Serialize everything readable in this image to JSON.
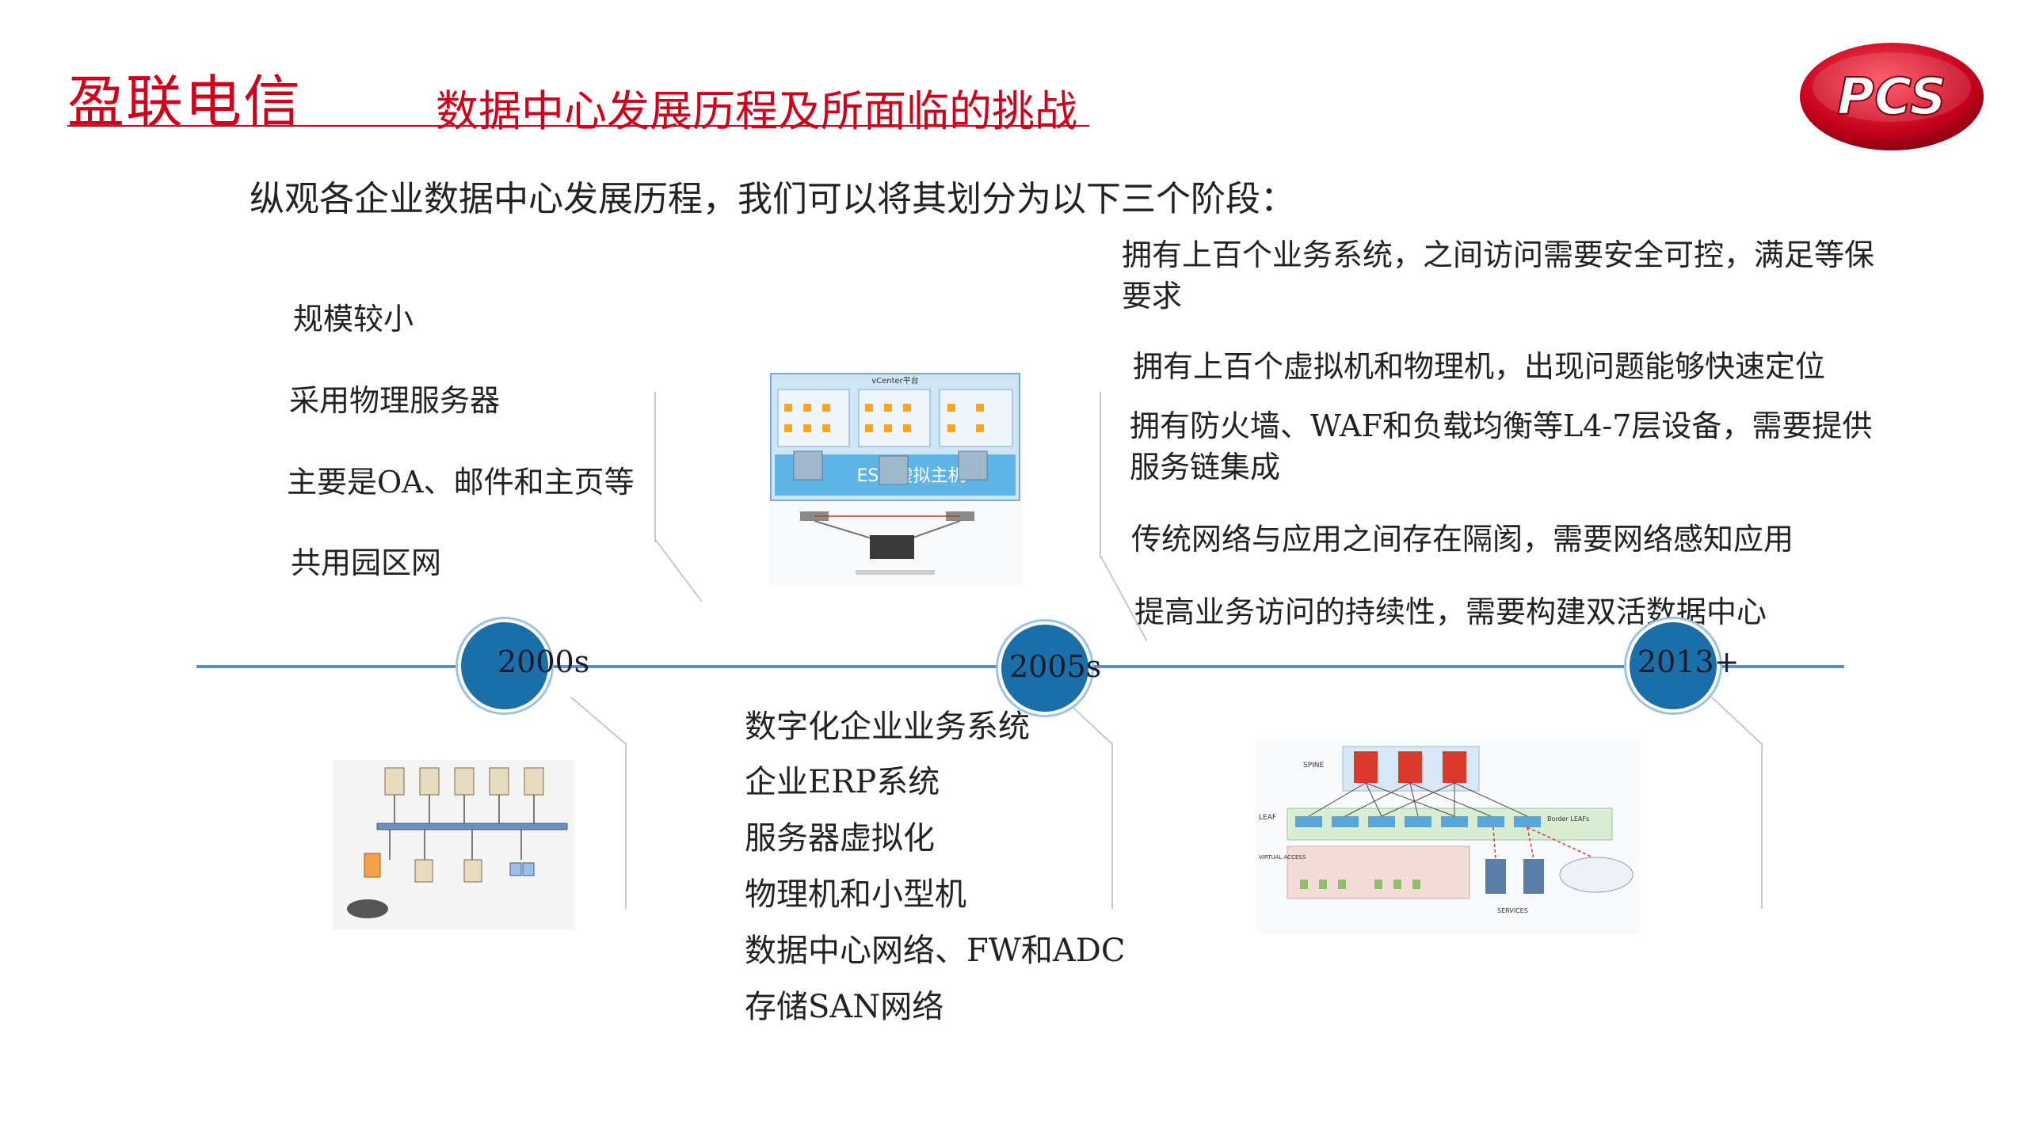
{
  "header": {
    "brand": "盈联电信",
    "title": "数据中心发展历程及所面临的挑战",
    "logo_text": "PCS"
  },
  "intro": "纵观各企业数据中心发展历程，我们可以将其划分为以下三个阶段：",
  "stages": [
    {
      "year": "2000s",
      "items": [
        "规模较小",
        "采用物理服务器",
        "主要是OA、邮件和主页等",
        "共用园区网"
      ]
    },
    {
      "year": "2005s",
      "items": [
        "数字化企业业务系统",
        "企业ERP系统",
        "服务器虚拟化",
        "物理机和小型机",
        "数据中心网络、FW和ADC",
        "存储SAN网络"
      ]
    },
    {
      "year": "2013+",
      "items": [
        "拥有上百个业务系统，之间访问需要安全可控，满足等保要求",
        "拥有上百个虚拟机和物理机，出现问题能够快速定位",
        "拥有防火墙、WAF和负载均衡等L4-7层设备，需要提供服务链集成",
        "传统网络与应用之间存在隔阂，需要网络感知应用",
        "提高业务访问的持续性，需要构建双活数据中心"
      ]
    }
  ],
  "diagrams": {
    "virtualization": {
      "platform": "vCenter平台",
      "host": "ESXi虚拟主机"
    },
    "spine_leaf": {
      "spine": "SPINE",
      "leaf": "LEAF",
      "border_leafs": "Border LEAFs",
      "virtual_access": "VIRTUAL ACCESS",
      "services": "SERVICES"
    }
  },
  "colors": {
    "brand_red": "#d0021b",
    "timeline_blue": "#5b8fc6",
    "marker_blue": "#1b6fa8"
  }
}
